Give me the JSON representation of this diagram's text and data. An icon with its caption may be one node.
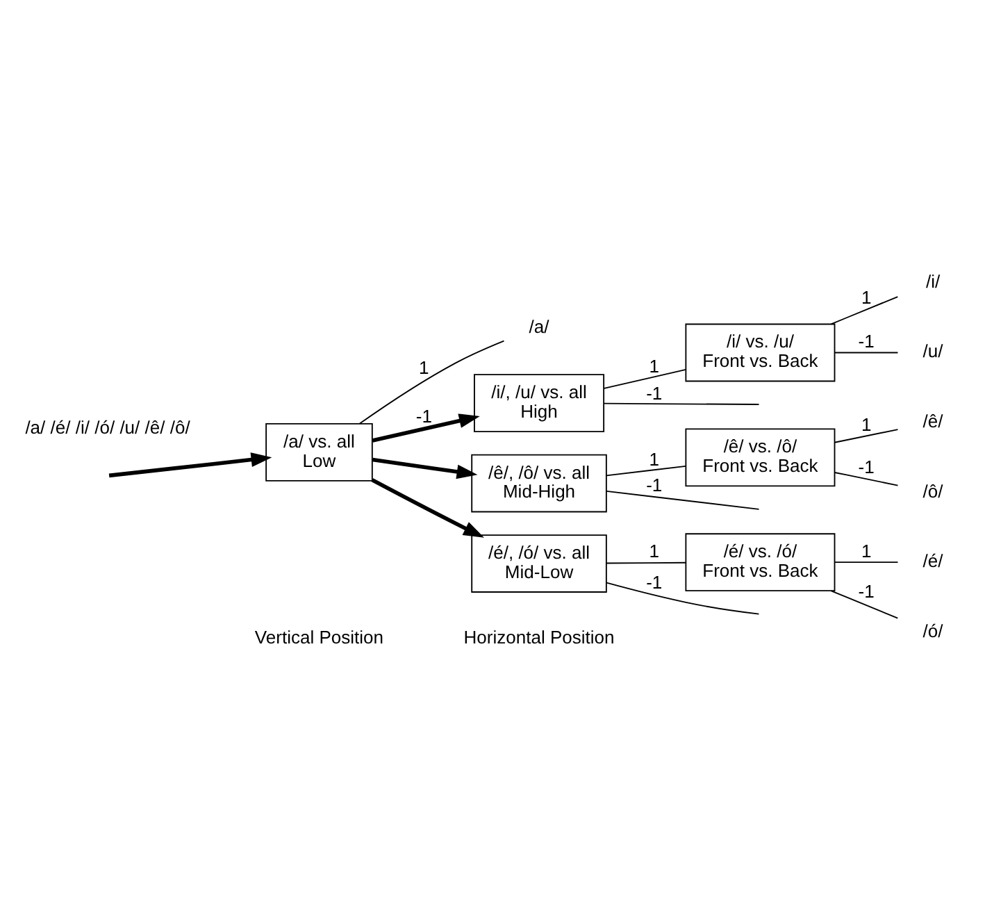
{
  "diagram": {
    "nodes": [
      {
        "text": [
          "/a/ vs. all",
          "Low"
        ]
      },
      {
        "text": [
          "/a/"
        ]
      },
      {
        "text": [
          "/i/, /u/ vs. all",
          "High"
        ]
      },
      {
        "text": [
          "/i/ vs. /u/",
          "Front vs. Back"
        ]
      },
      {
        "text": [
          "/i/"
        ]
      },
      {
        "text": [
          "/u/"
        ]
      },
      {
        "text": [
          "/ê/, /ô/ vs. all",
          "Mid-High"
        ]
      },
      {
        "text": [
          "/ê/ vs. /ô/",
          "Front vs. Back"
        ]
      },
      {
        "text": [
          "/ê/"
        ]
      },
      {
        "text": [
          "/ô/"
        ]
      },
      {
        "text": [
          "/é/, /ó/ vs. all",
          "Mid-Low"
        ]
      },
      {
        "text": [
          "/é/ vs. /ó/",
          "Front vs. Back"
        ]
      },
      {
        "text": [
          "/é/"
        ]
      },
      {
        "text": [
          "/ó/"
        ]
      }
    ],
    "edges": [
      {
        "from": null,
        "to": 0,
        "arrow": "to",
        "style": "thick"
      },
      {
        "from": 0,
        "to": 1,
        "arrow": "none",
        "label": "1"
      },
      {
        "from": 0,
        "to": 2,
        "arrow": "to",
        "style": "thick",
        "label": "-1"
      },
      {
        "from": 0,
        "to": 6,
        "arrow": "to",
        "style": "thick"
      },
      {
        "from": 0,
        "to": 10,
        "arrow": "to",
        "style": "thick"
      },
      {
        "from": 2,
        "to": 3,
        "arrow": "none",
        "label": "1"
      },
      {
        "from": 2,
        "to": null,
        "arrow": "none",
        "label": "-1"
      },
      {
        "from": 3,
        "to": 4,
        "arrow": "none",
        "label": "1"
      },
      {
        "from": 3,
        "to": 5,
        "arrow": "none",
        "label": "-1"
      },
      {
        "from": 6,
        "to": 7,
        "arrow": "none",
        "label": "1"
      },
      {
        "from": 6,
        "to": null,
        "arrow": "none",
        "label": "-1"
      },
      {
        "from": 7,
        "to": 8,
        "arrow": "none",
        "label": "1"
      },
      {
        "from": 7,
        "to": 9,
        "arrow": "none",
        "label": "-1"
      },
      {
        "from": 10,
        "to": 11,
        "arrow": "none",
        "label": "1"
      },
      {
        "from": 10,
        "to": null,
        "arrow": "none",
        "label": "-1"
      },
      {
        "from": 11,
        "to": 12,
        "arrow": "none",
        "label": "1"
      },
      {
        "from": 11,
        "to": 13,
        "arrow": "none",
        "label": "-1"
      }
    ],
    "labels": [
      "Vertical Position",
      "Horizontal Position",
      "/a/ /é/ /i/ /ó/ /u/ /ê/ /ô/"
    ]
  }
}
